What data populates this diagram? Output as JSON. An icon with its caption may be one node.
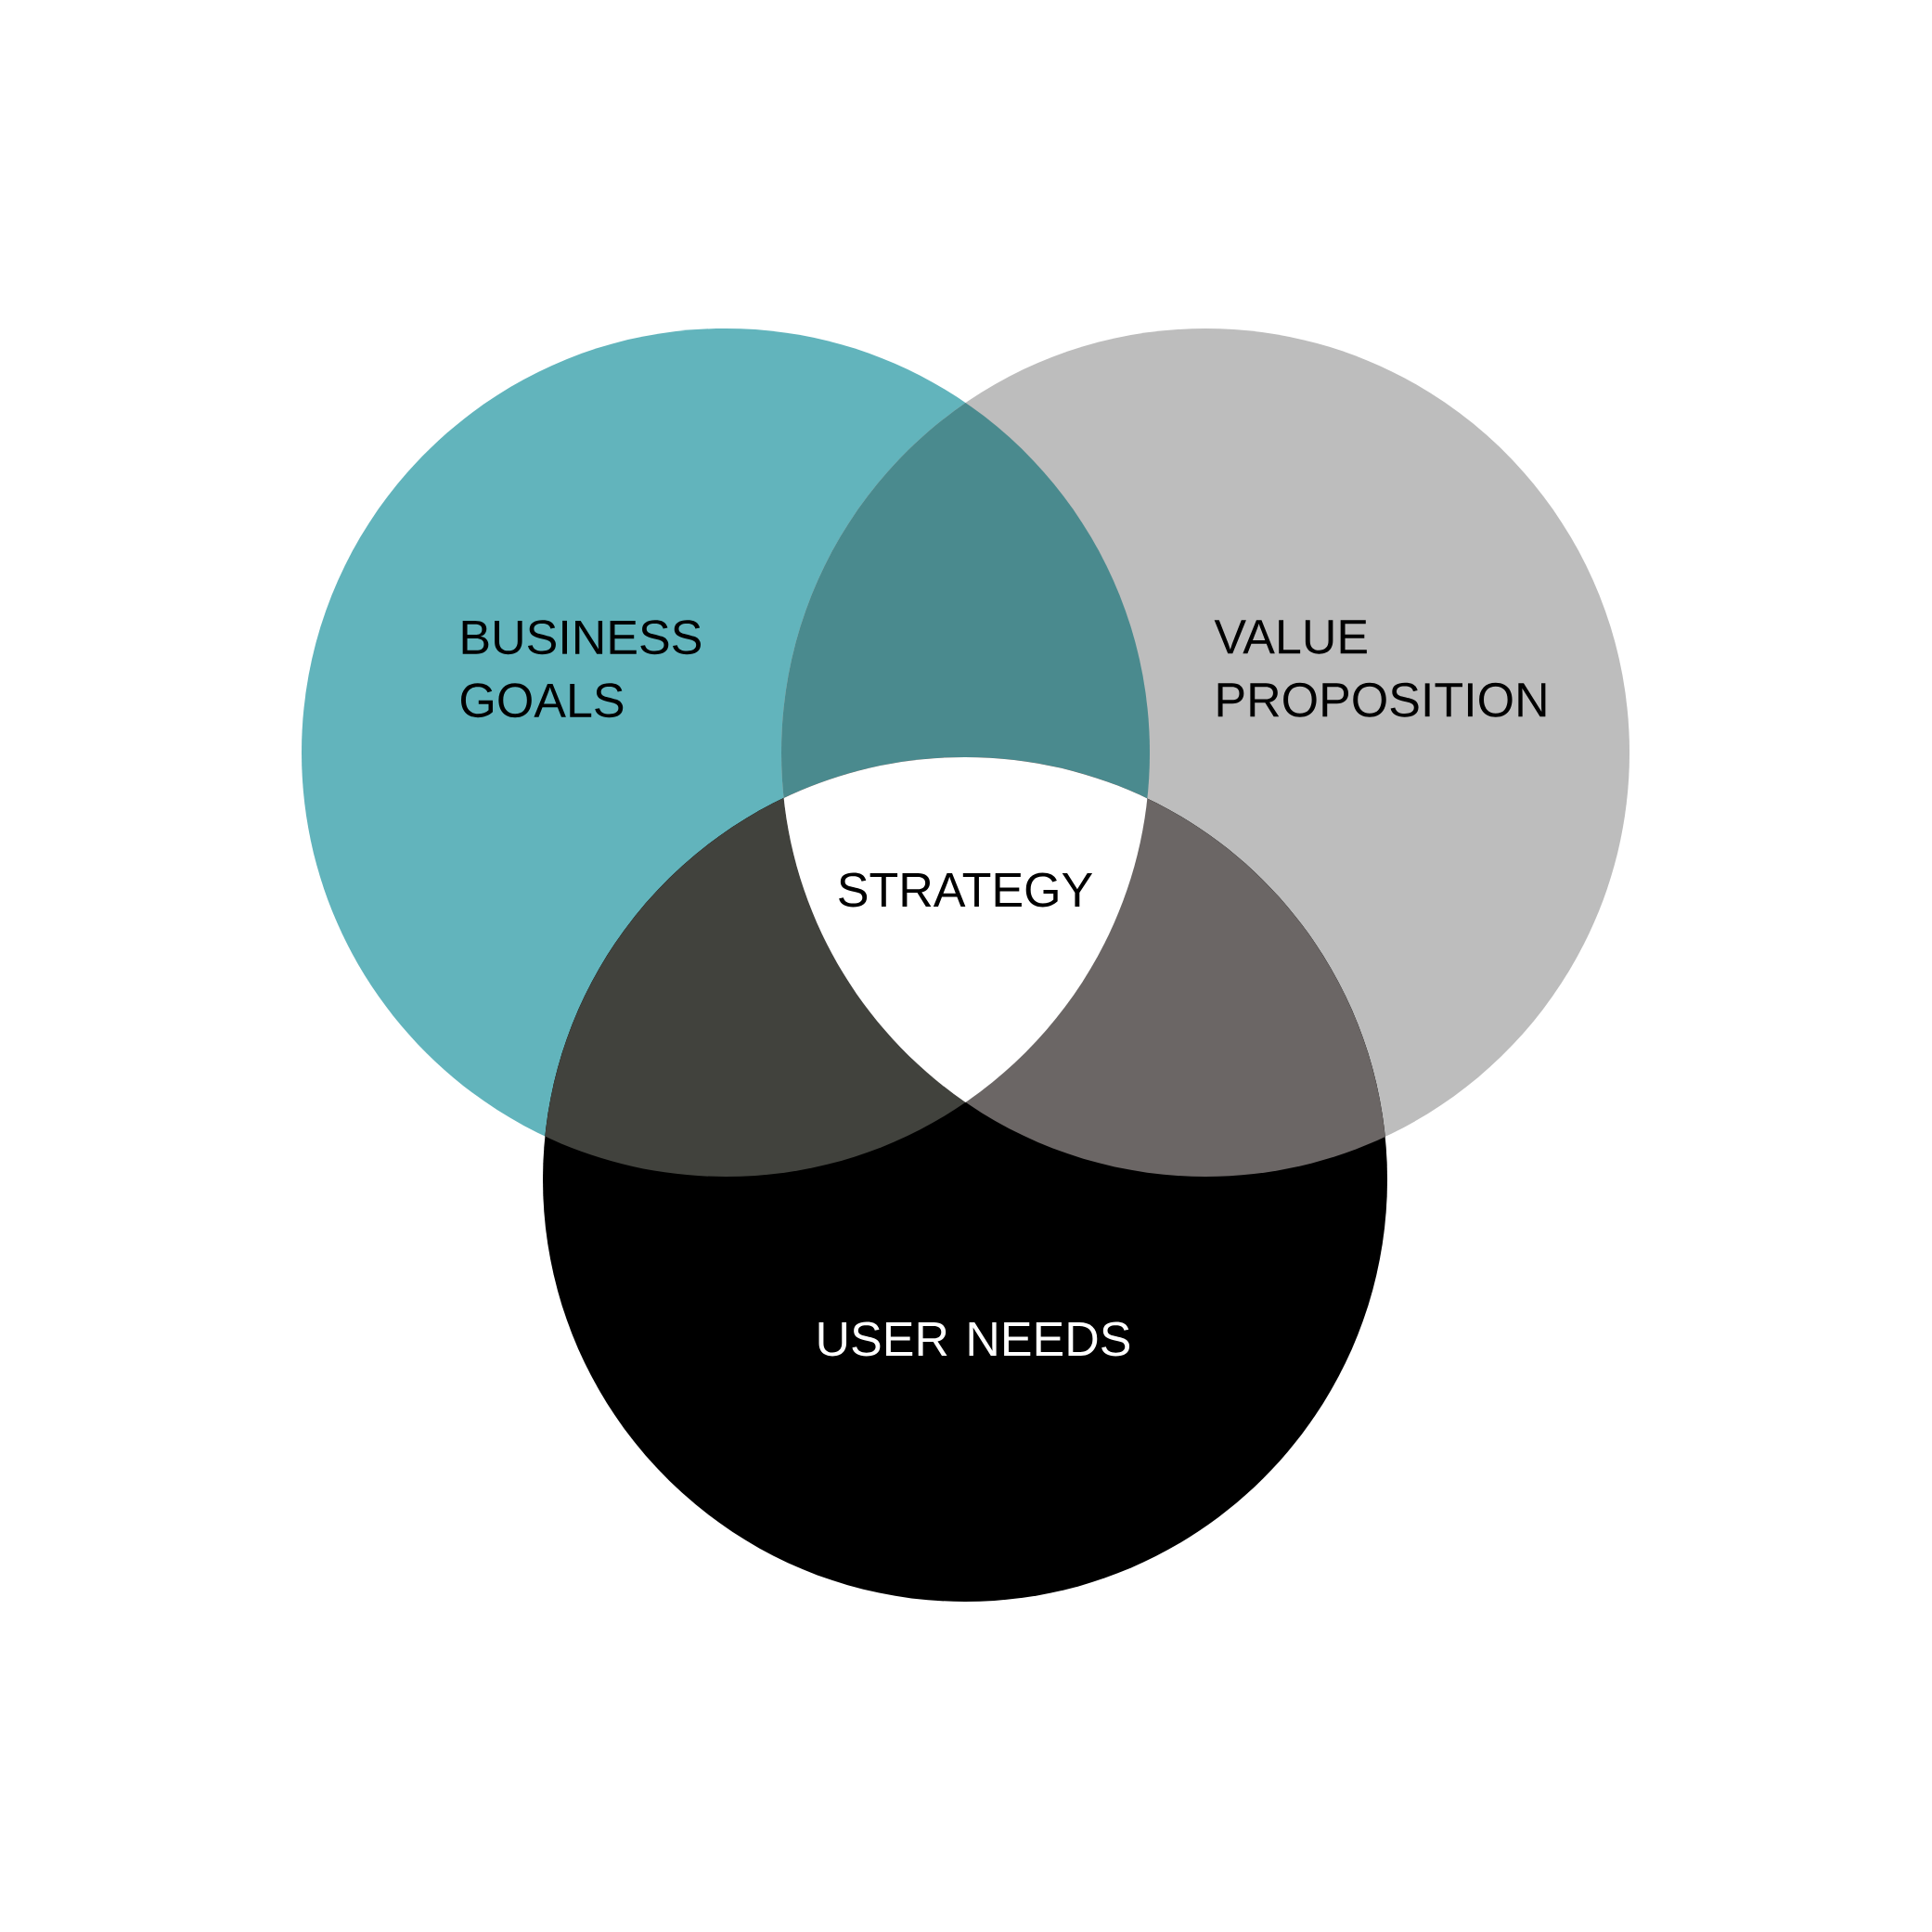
{
  "diagram": {
    "nodes": [
      {
        "text": [
          "BUSINESS GOALS"
        ]
      },
      {
        "text": [
          "VALUE PROPOSITION"
        ]
      },
      {
        "text": [
          "USER NEEDS"
        ]
      },
      {
        "text": [
          "STRATEGY"
        ]
      }
    ]
  }
}
